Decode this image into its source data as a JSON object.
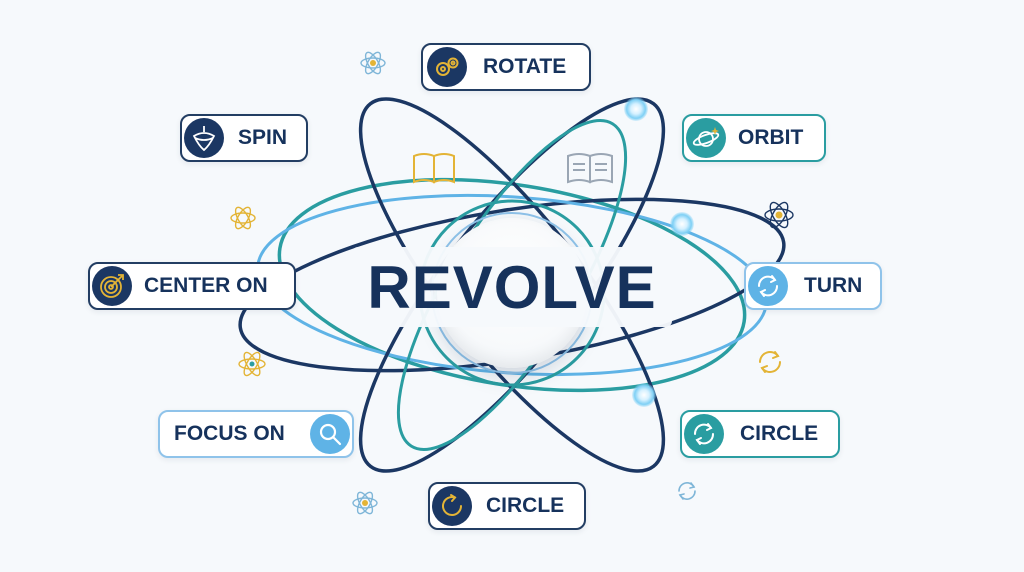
{
  "title": "REVOLVE",
  "terms": {
    "rotate": "ROTATE",
    "spin": "SPIN",
    "orbit": "ORBIT",
    "center_on": "CENTER ON",
    "turn": "TURN",
    "focus_on": "FOCUS ON",
    "circle_right": "CIRCLE",
    "circle_bottom": "CIRCLE"
  },
  "icons": {
    "rotate": "gears-icon",
    "spin": "spinning-top-icon",
    "orbit": "planet-icon",
    "center_on": "target-icon",
    "turn": "circular-arrows-icon",
    "focus_on": "magnifier-icon",
    "circle_right": "circular-arrows-icon",
    "circle_bottom": "circular-arrow-icon"
  },
  "colors": {
    "navy": "#1b3763",
    "teal": "#2a9da1",
    "light_blue": "#5fb3e6",
    "gold": "#e3b436",
    "text": "#16325c"
  }
}
